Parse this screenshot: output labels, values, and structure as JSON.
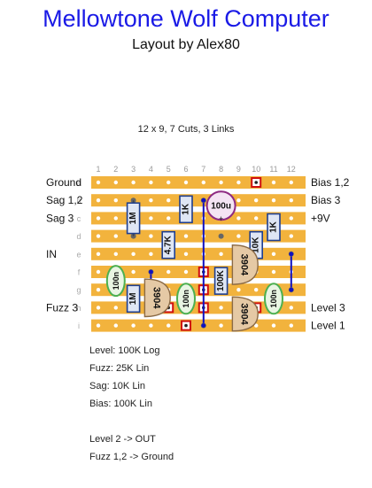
{
  "title": "Mellowtone Wolf Computer",
  "subtitle": "Layout by Alex80",
  "summary": "12 x 9, 7 Cuts, 3 Links",
  "board": {
    "columns": [
      "1",
      "2",
      "3",
      "4",
      "5",
      "6",
      "7",
      "8",
      "9",
      "10",
      "11",
      "12"
    ],
    "rows": [
      "a",
      "b",
      "c",
      "d",
      "e",
      "f",
      "g",
      "h",
      "i"
    ],
    "strip_color": "#f2b33d",
    "left_labels": [
      {
        "row": 0,
        "text": "Ground"
      },
      {
        "row": 1,
        "text": "Sag 1,2"
      },
      {
        "row": 2,
        "text": "Sag 3"
      },
      {
        "row": 4,
        "text": "IN"
      },
      {
        "row": 7,
        "text": "Fuzz 3"
      }
    ],
    "right_labels": [
      {
        "row": 0,
        "text": "Bias 1,2"
      },
      {
        "row": 1,
        "text": "Bias 3"
      },
      {
        "row": 2,
        "text": "+9V"
      },
      {
        "row": 7,
        "text": "Level 3"
      },
      {
        "row": 8,
        "text": "Level 1"
      }
    ],
    "resistors": [
      {
        "col": 3,
        "r1": 1,
        "r2": 3,
        "label": "1M"
      },
      {
        "col": 6,
        "r1": 1,
        "r2": 2,
        "label": "1K"
      },
      {
        "col": 5,
        "r1": 3,
        "r2": 4,
        "label": "4.7K"
      },
      {
        "col": 3,
        "r1": 6,
        "r2": 7,
        "label": "1M"
      },
      {
        "col": 8,
        "r1": 5,
        "r2": 6,
        "label": "100K"
      },
      {
        "col": 10,
        "r1": 3,
        "r2": 4,
        "label": "10K"
      },
      {
        "col": 11,
        "r1": 2,
        "r2": 3,
        "label": "1K"
      }
    ],
    "film_caps": [
      {
        "col": 2,
        "r1": 5,
        "r2": 6,
        "label": "100n"
      },
      {
        "col": 6,
        "r1": 6,
        "r2": 7,
        "label": "100n"
      },
      {
        "col": 11,
        "r1": 6,
        "r2": 7,
        "label": "100n"
      }
    ],
    "transistors": [
      {
        "col": 4.1,
        "r1": 5.4,
        "r2": 7.5,
        "label": "3904"
      },
      {
        "col": 9.1,
        "r1": 3.5,
        "r2": 5.7,
        "label": "3904"
      },
      {
        "col": 9.1,
        "r1": 6.4,
        "r2": 8.3,
        "label": "3904"
      }
    ],
    "electrolytic": {
      "col": 8,
      "row": 1,
      "label": "100u",
      "polarity": "+"
    },
    "cuts": [
      {
        "col": 10,
        "row": 0
      },
      {
        "col": 7,
        "row": 5
      },
      {
        "col": 5,
        "row": 7
      },
      {
        "col": 7,
        "row": 6
      },
      {
        "col": 7,
        "row": 7
      },
      {
        "col": 10,
        "row": 7
      },
      {
        "col": 6,
        "row": 8
      }
    ],
    "links": [
      {
        "col": 7,
        "r1": 1,
        "r2": 8
      },
      {
        "col": 4,
        "r1": 5,
        "r2": 7
      },
      {
        "col": 12,
        "r1": 4,
        "r2": 6
      }
    ]
  },
  "notes": [
    "Level: 100K Log",
    "Fuzz: 25K Lin",
    "Sag: 10K Lin",
    "Bias: 100K Lin",
    "",
    "Level 2 -> OUT",
    "Fuzz 1,2 -> Ground"
  ]
}
